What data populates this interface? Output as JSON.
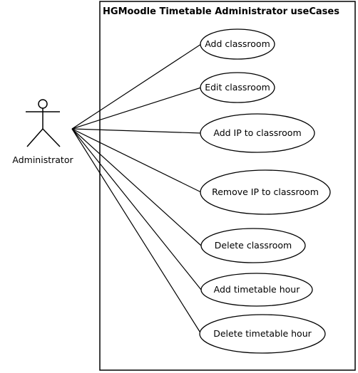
{
  "diagram": {
    "title": "HGMoodle Timetable Administrator useCases",
    "actor": {
      "label": "Administrator"
    },
    "use_cases": [
      {
        "label": "Add classroom"
      },
      {
        "label": "Edit classroom"
      },
      {
        "label": "Add IP to classroom"
      },
      {
        "label": "Remove IP to classroom"
      },
      {
        "label": "Delete classroom"
      },
      {
        "label": "Add timetable hour"
      },
      {
        "label": "Delete timetable hour"
      }
    ]
  }
}
